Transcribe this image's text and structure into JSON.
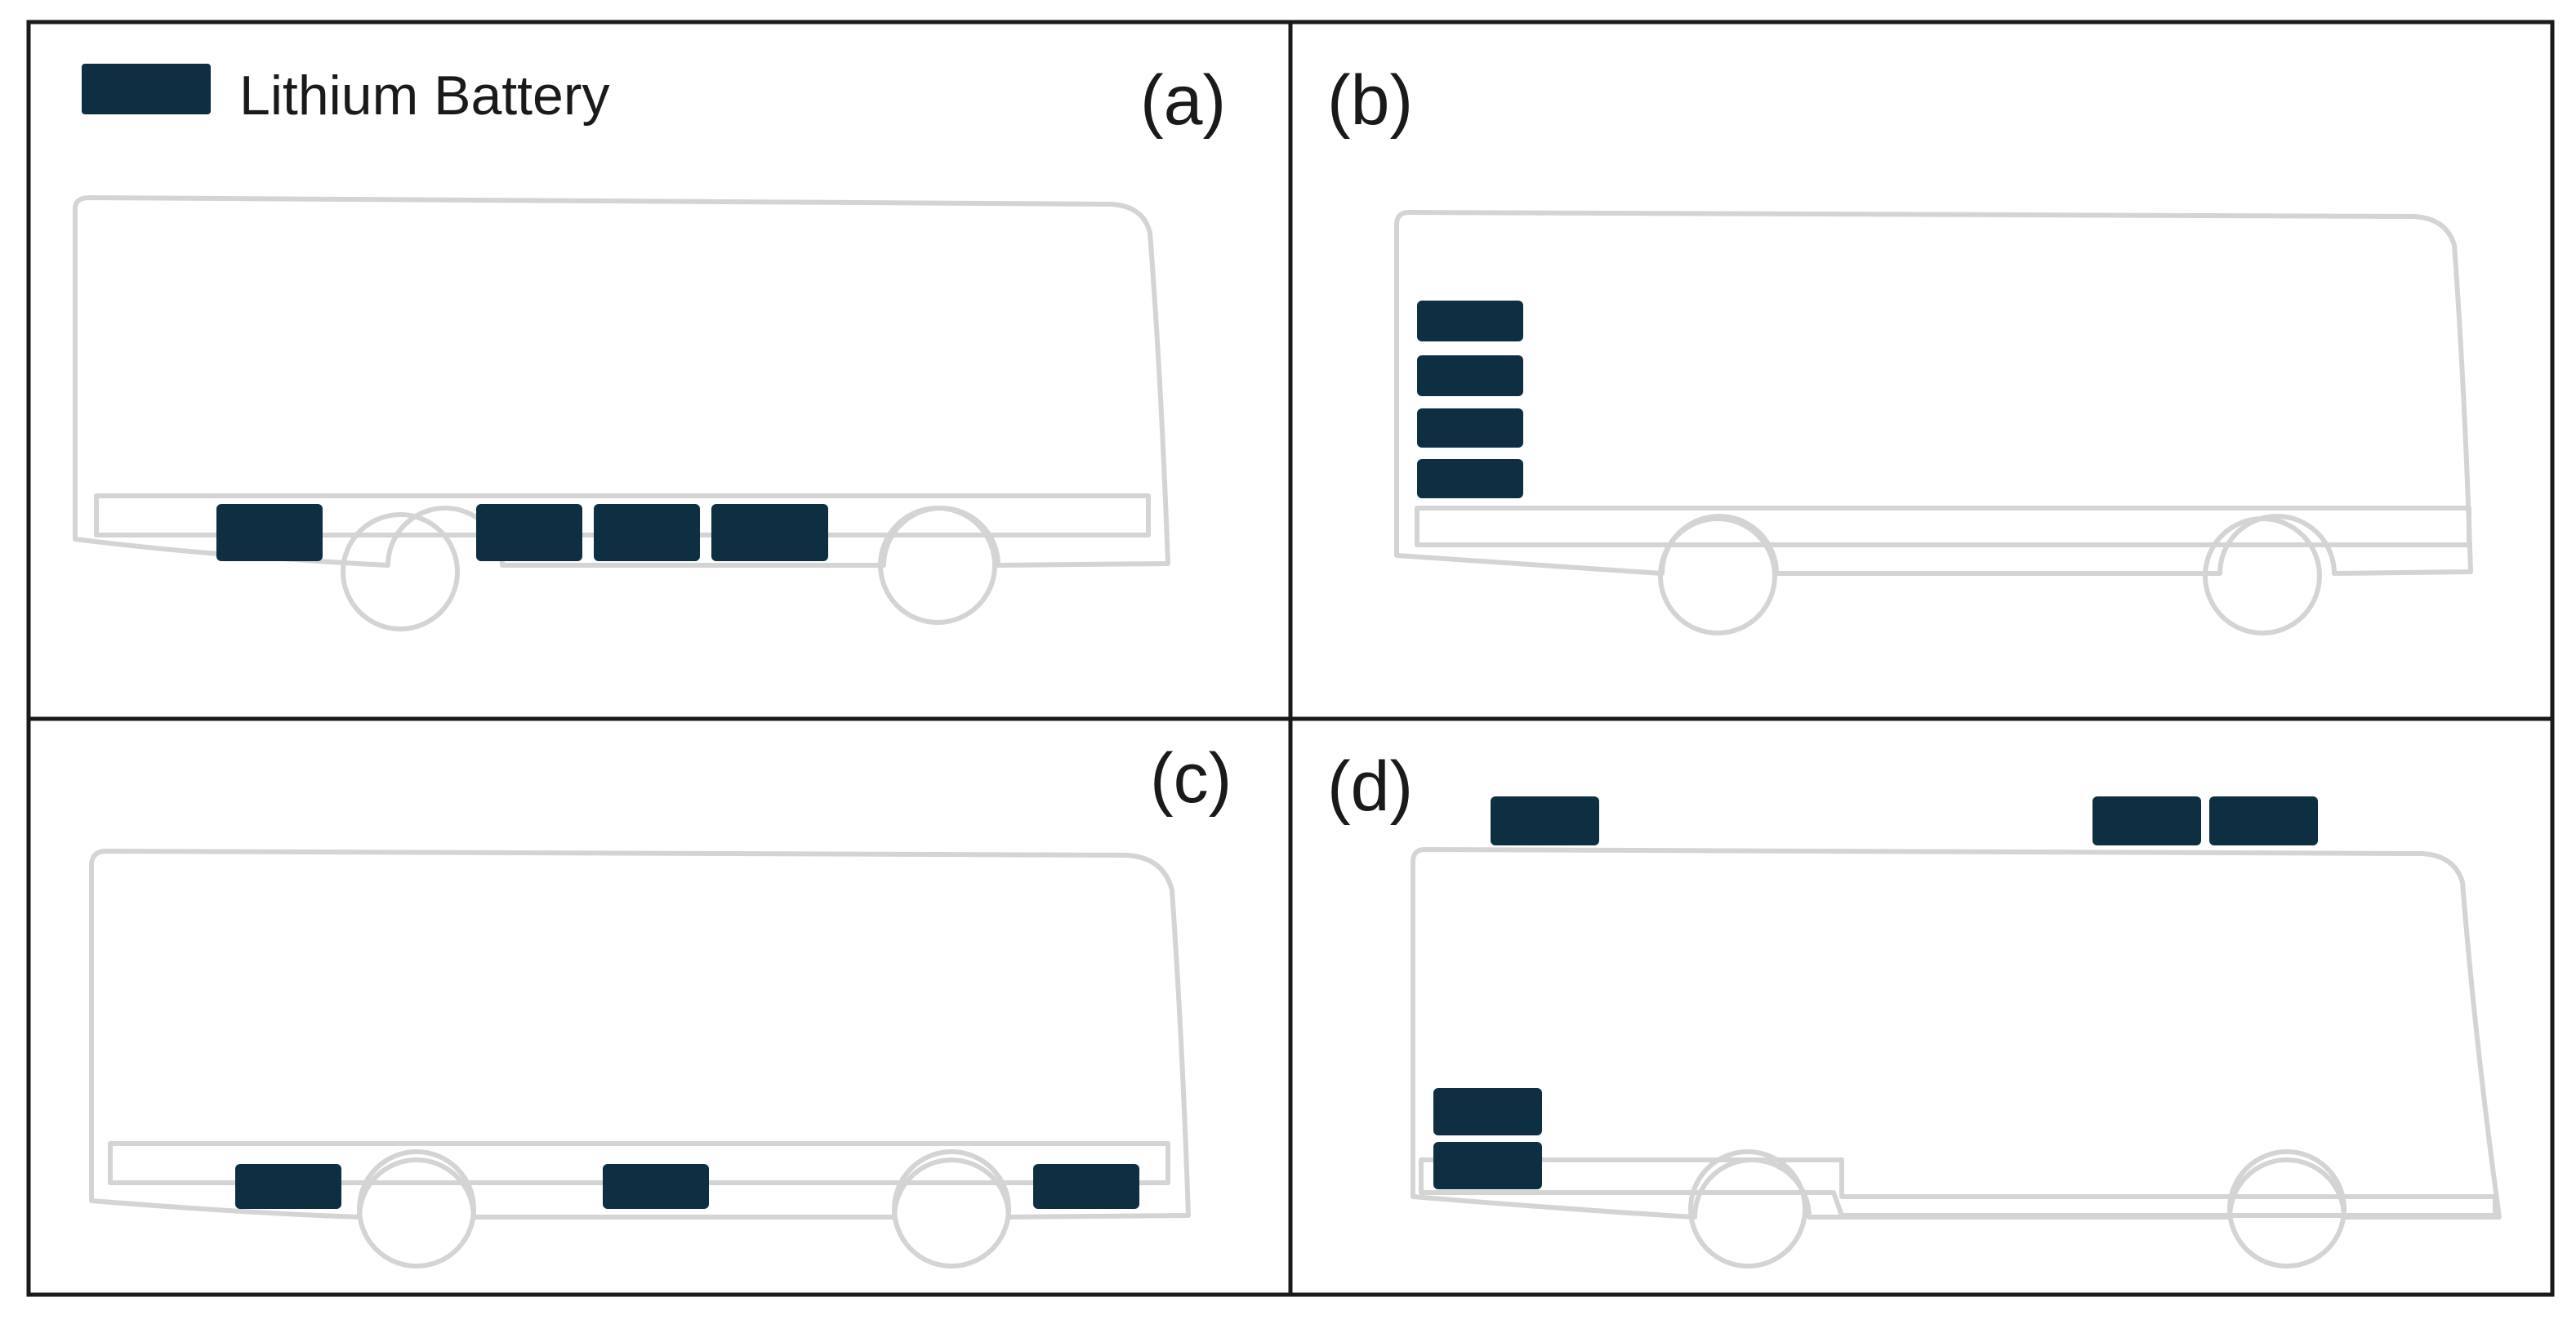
{
  "legend": {
    "label": "Lithium Battery",
    "swatch_color": "#0d2f41"
  },
  "colors": {
    "battery": "#0d2f41",
    "bus_outline": "#d4d4d4",
    "border": "#1a1a1a",
    "background": "#ffffff"
  },
  "panels": [
    {
      "id": "a",
      "label": "(a)",
      "battery_count": 4,
      "battery_location": "floor"
    },
    {
      "id": "b",
      "label": "(b)",
      "battery_count": 4,
      "battery_location": "rear-stacked"
    },
    {
      "id": "c",
      "label": "(c)",
      "battery_count": 3,
      "battery_location": "floor-distributed"
    },
    {
      "id": "d",
      "label": "(d)",
      "battery_count": 5,
      "battery_location": "roof-and-rear"
    }
  ]
}
